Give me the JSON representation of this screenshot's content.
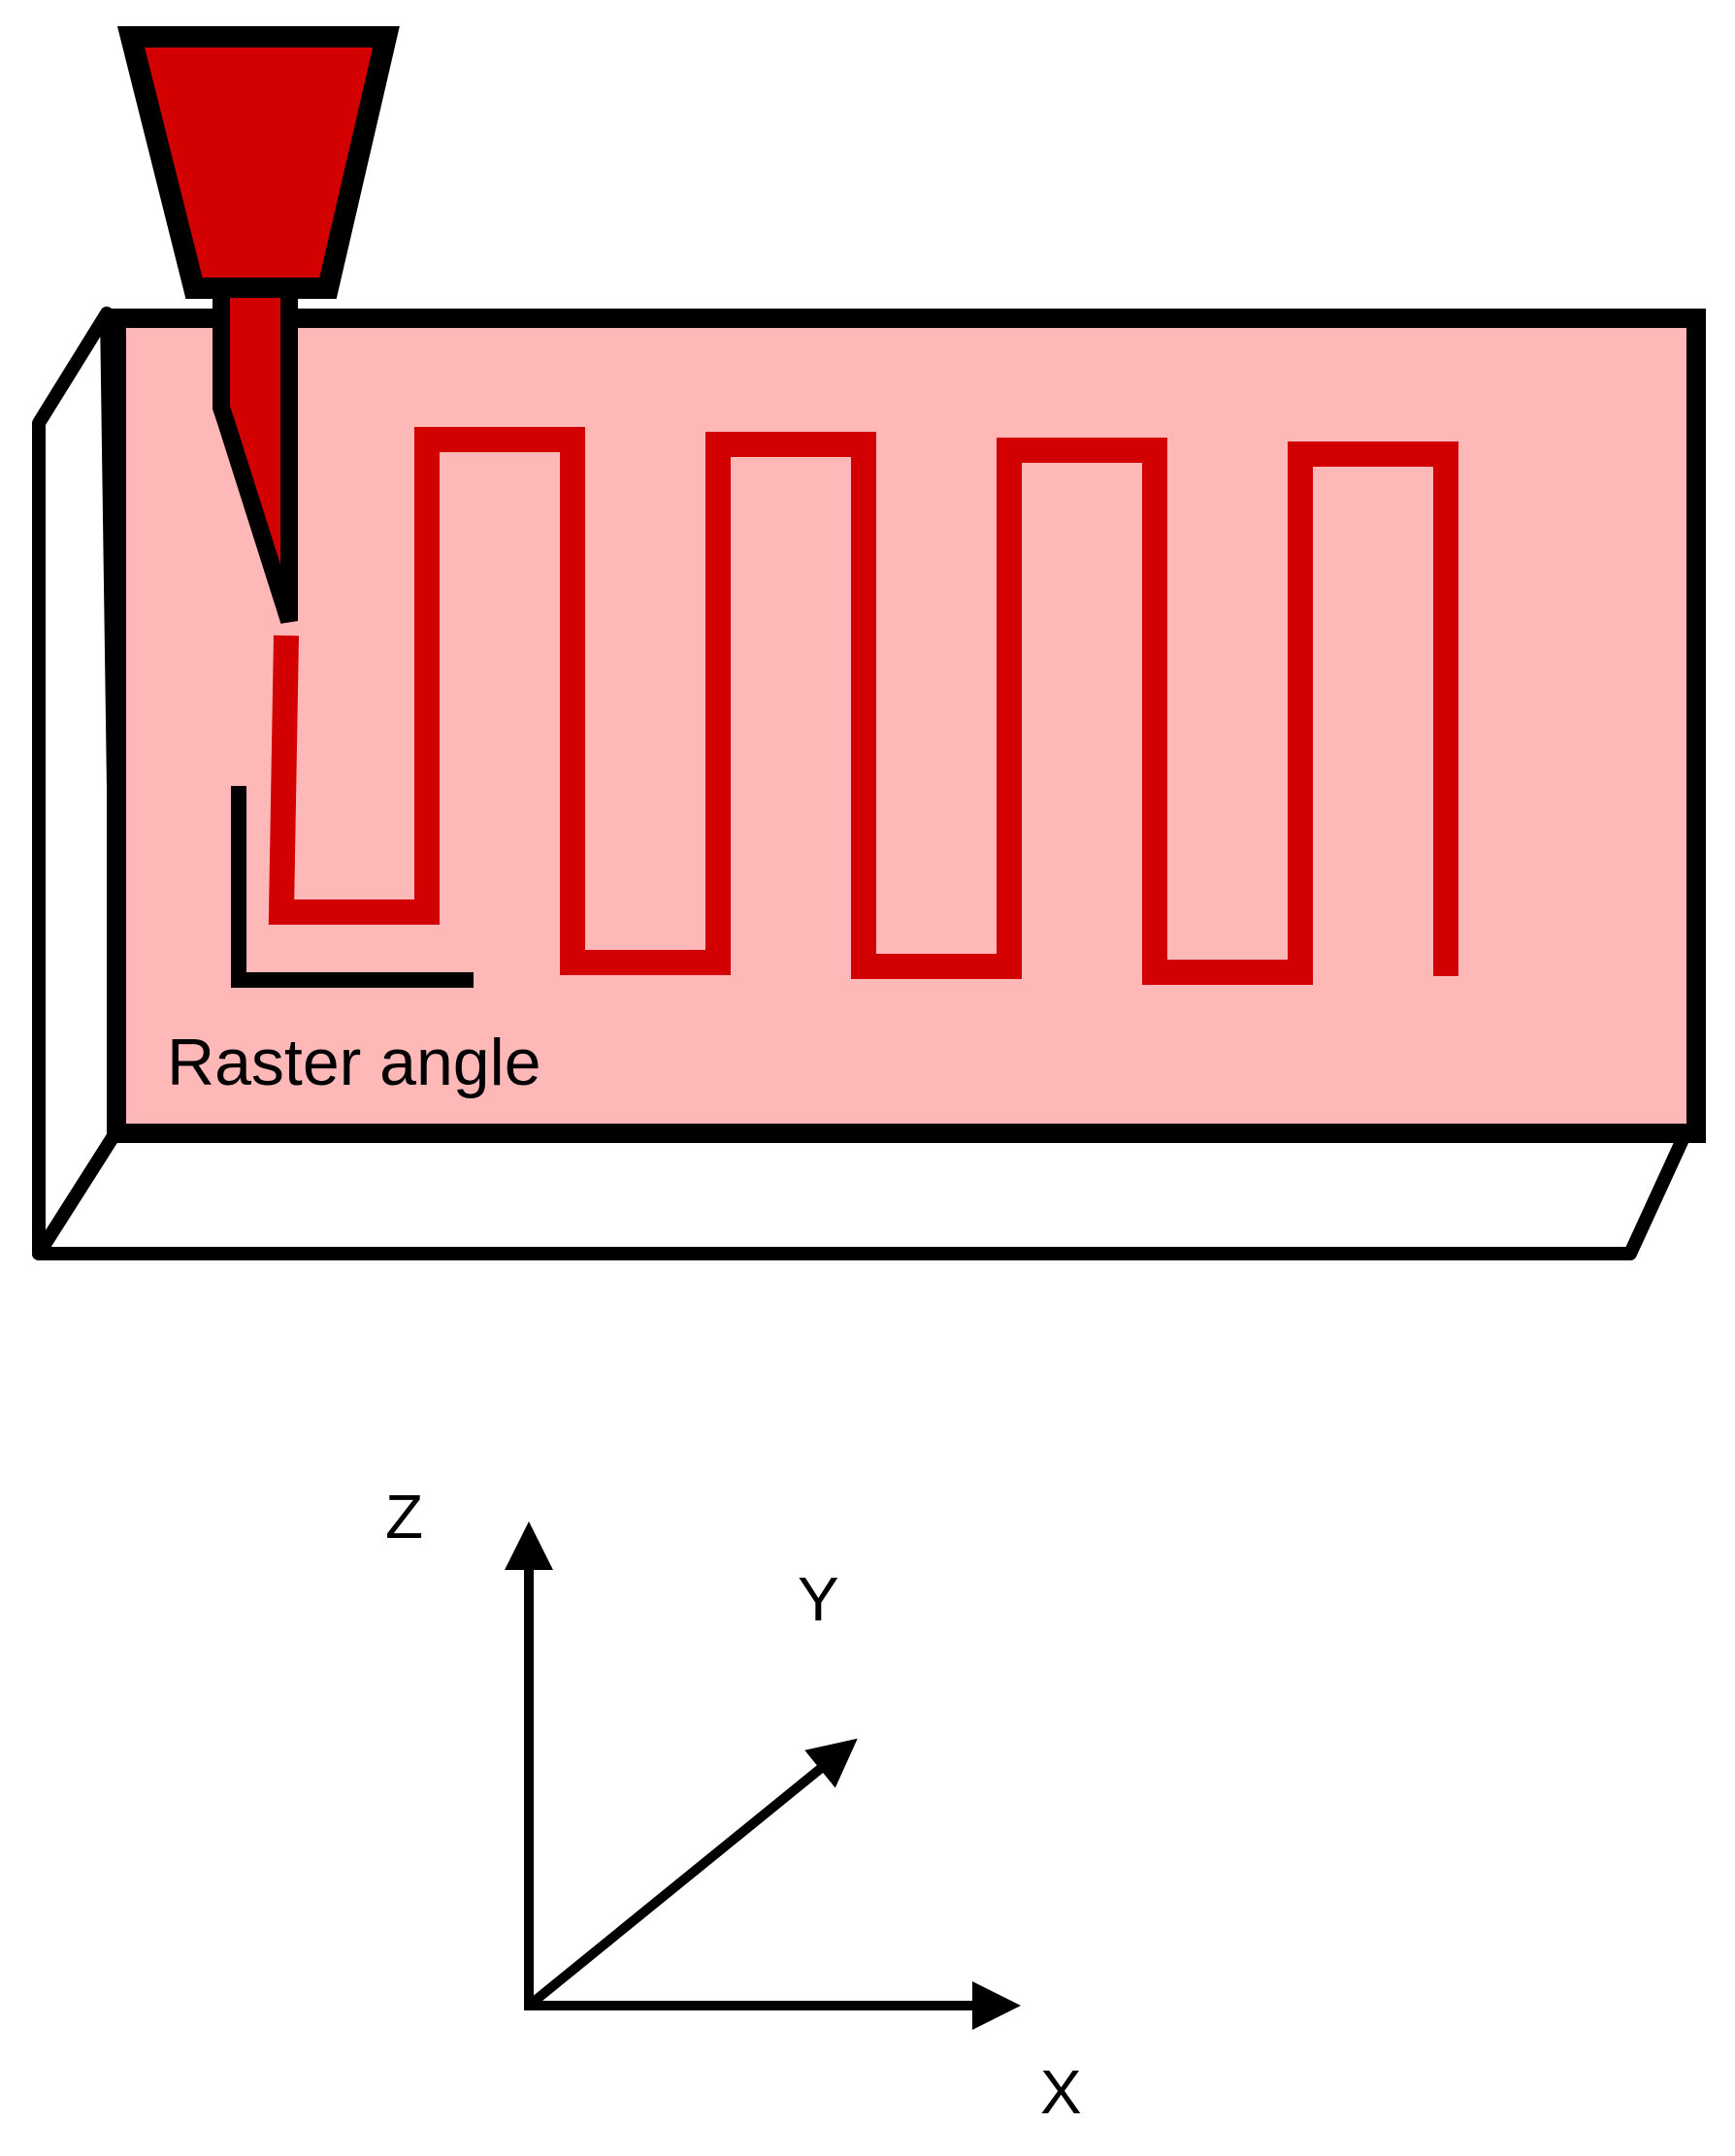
{
  "labels": {
    "raster_angle": "Raster angle",
    "axis_z": "Z",
    "axis_y": "Y",
    "axis_x": "X"
  },
  "colors": {
    "build_face": "#ffb8b8",
    "raster_path": "#d20000",
    "nozzle": "#d20000",
    "outline": "#000000",
    "side_faces": "#ffffff"
  },
  "icons": {
    "nozzle": "extruder-nozzle-icon",
    "axes": "xyz-axes-icon"
  }
}
